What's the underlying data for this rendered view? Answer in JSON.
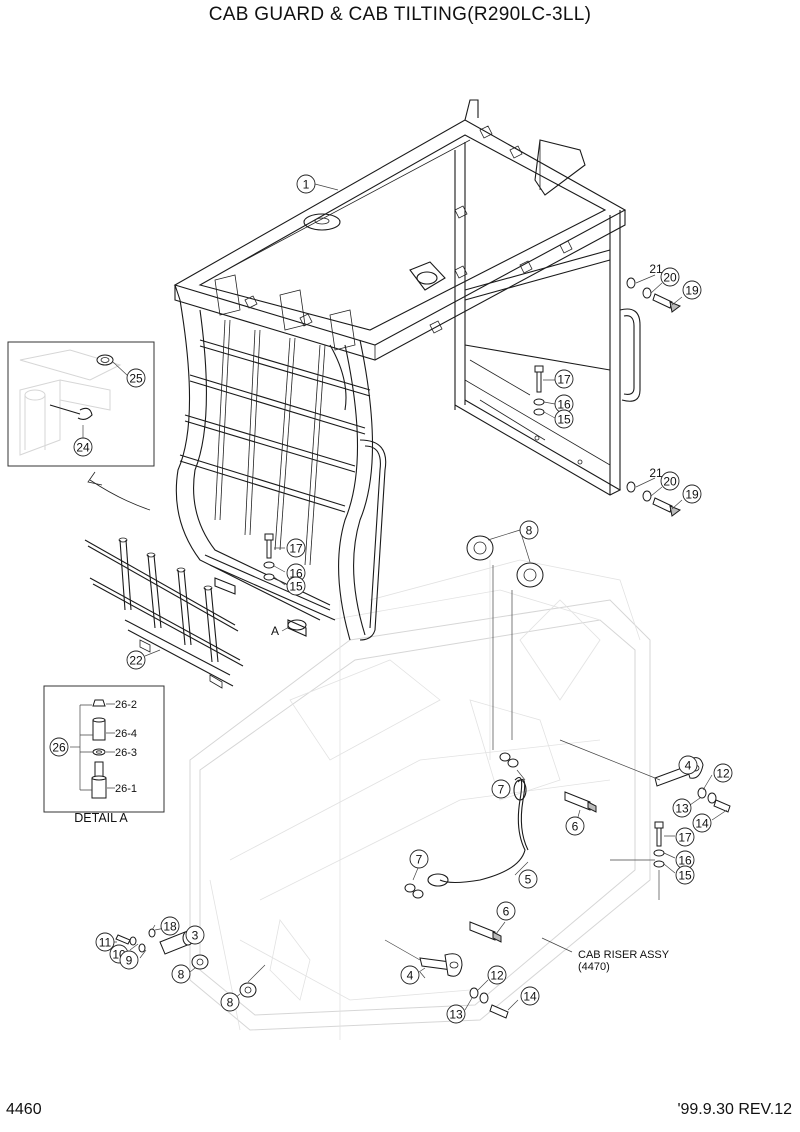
{
  "title": "CAB GUARD & CAB TILTING(R290LC-3LL)",
  "page_number": "4460",
  "revision": "'99.9.30 REV.12",
  "detail_label": "DETAIL A",
  "detail_ref": "A",
  "assembly_note_line1": "CAB RISER ASSY",
  "assembly_note_line2": "(4470)",
  "callouts": {
    "c1": "1",
    "c21a": "21",
    "c20a": "20",
    "c19a": "19",
    "c17a": "17",
    "c16a": "16",
    "c15a": "15",
    "c21b": "21",
    "c20b": "20",
    "c19b": "19",
    "c25": "25",
    "c24": "24",
    "c8a": "8",
    "c17b": "17",
    "c16b": "16",
    "c15b": "15",
    "c22": "22",
    "c26": "26",
    "c26_2": "26-2",
    "c26_4": "26-4",
    "c26_3": "26-3",
    "c26_1": "26-1",
    "c4a": "4",
    "c12a": "12",
    "c13a": "13",
    "c14a": "14",
    "c7a": "7",
    "c6a": "6",
    "c17c": "17",
    "c16c": "16",
    "c15c": "15",
    "c7b": "7",
    "c5": "5",
    "c6b": "6",
    "c18": "18",
    "c3": "3",
    "c11": "11",
    "c10": "10",
    "c9": "9",
    "c8b": "8",
    "c8c": "8",
    "c4b": "4",
    "c12b": "12",
    "c13b": "13",
    "c14b": "14"
  }
}
